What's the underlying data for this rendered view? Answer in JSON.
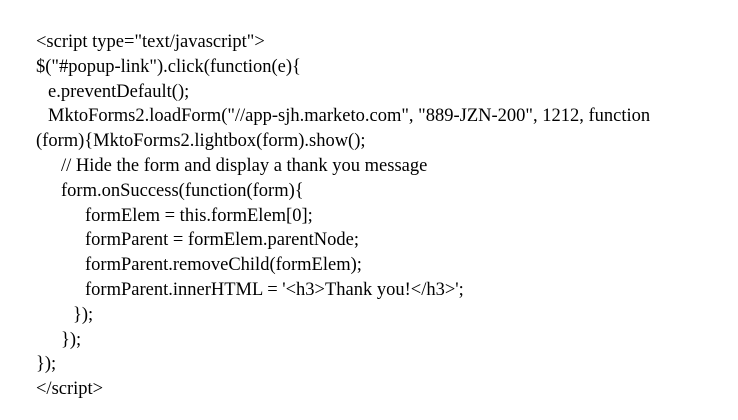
{
  "document": {
    "type": "code-snippet",
    "language": "html-javascript",
    "background_color": "#ffffff",
    "text_color": "#000000",
    "lines": [
      {
        "text": "<script type=\"text/javascript\">",
        "indent": 0
      },
      {
        "text": "$(\"#popup-link\").click(function(e){",
        "indent": 0
      },
      {
        "text": "e.preventDefault();",
        "indent": 1
      },
      {
        "text": "MktoForms2.loadForm(\"//app-sjh.marketo.com\", \"889-JZN-200\", 1212, function",
        "indent": 1
      },
      {
        "text": "(form){MktoForms2.lightbox(form).show();",
        "indent": 0
      },
      {
        "text": "// Hide the form and display a thank you message",
        "indent": 2
      },
      {
        "text": "form.onSuccess(function(form){",
        "indent": 2
      },
      {
        "text": "formElem = this.formElem[0];",
        "indent": 3
      },
      {
        "text": "formParent = formElem.parentNode;",
        "indent": 3
      },
      {
        "text": "formParent.removeChild(formElem);",
        "indent": 3
      },
      {
        "text": "formParent.innerHTML = '<h3>Thank you!</h3>';",
        "indent": 3
      },
      {
        "text": "});",
        "indent": "c1"
      },
      {
        "text": "});",
        "indent": "c2"
      },
      {
        "text": "});",
        "indent": 0
      },
      {
        "text": "</script>",
        "indent": 0
      }
    ]
  }
}
